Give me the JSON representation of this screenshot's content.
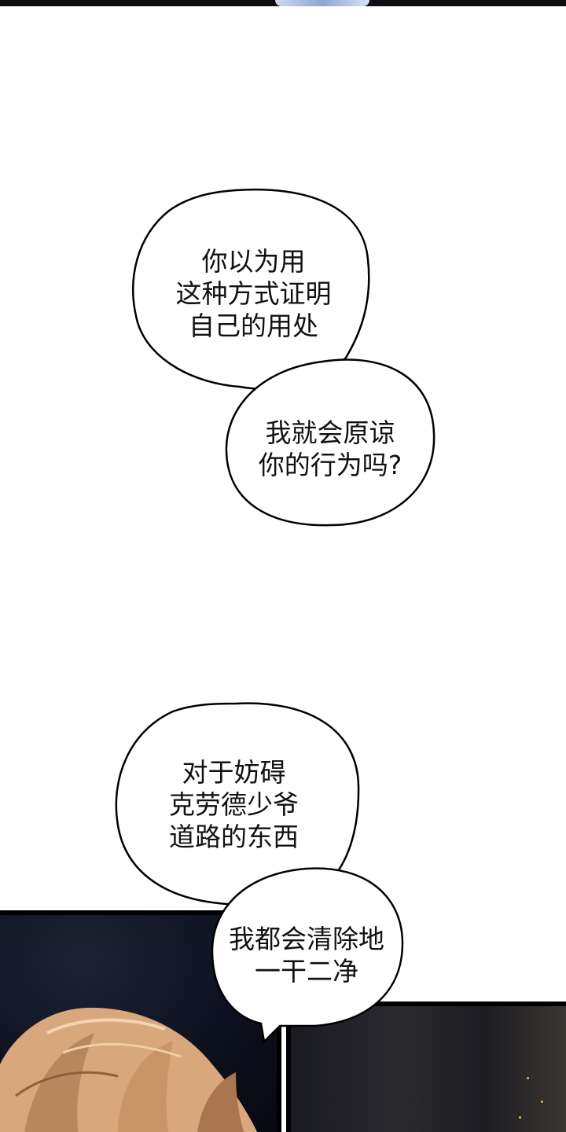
{
  "bubbles": [
    {
      "lines": [
        "你以为用",
        "这种方式证明",
        "自己的用处"
      ]
    },
    {
      "lines": [
        "我就会原谅",
        "你的行为吗?"
      ]
    },
    {
      "lines": [
        "对于妨碍",
        "克劳德少爷",
        "道路的东西"
      ]
    },
    {
      "lines": [
        "我都会清除地",
        "一干二净"
      ]
    }
  ],
  "colors": {
    "bubble_fill": "#ffffff",
    "bubble_stroke": "#000000",
    "hair": "#d9a77c",
    "hair_shadow": "#a9764f",
    "night_panel": "#0e1220"
  }
}
